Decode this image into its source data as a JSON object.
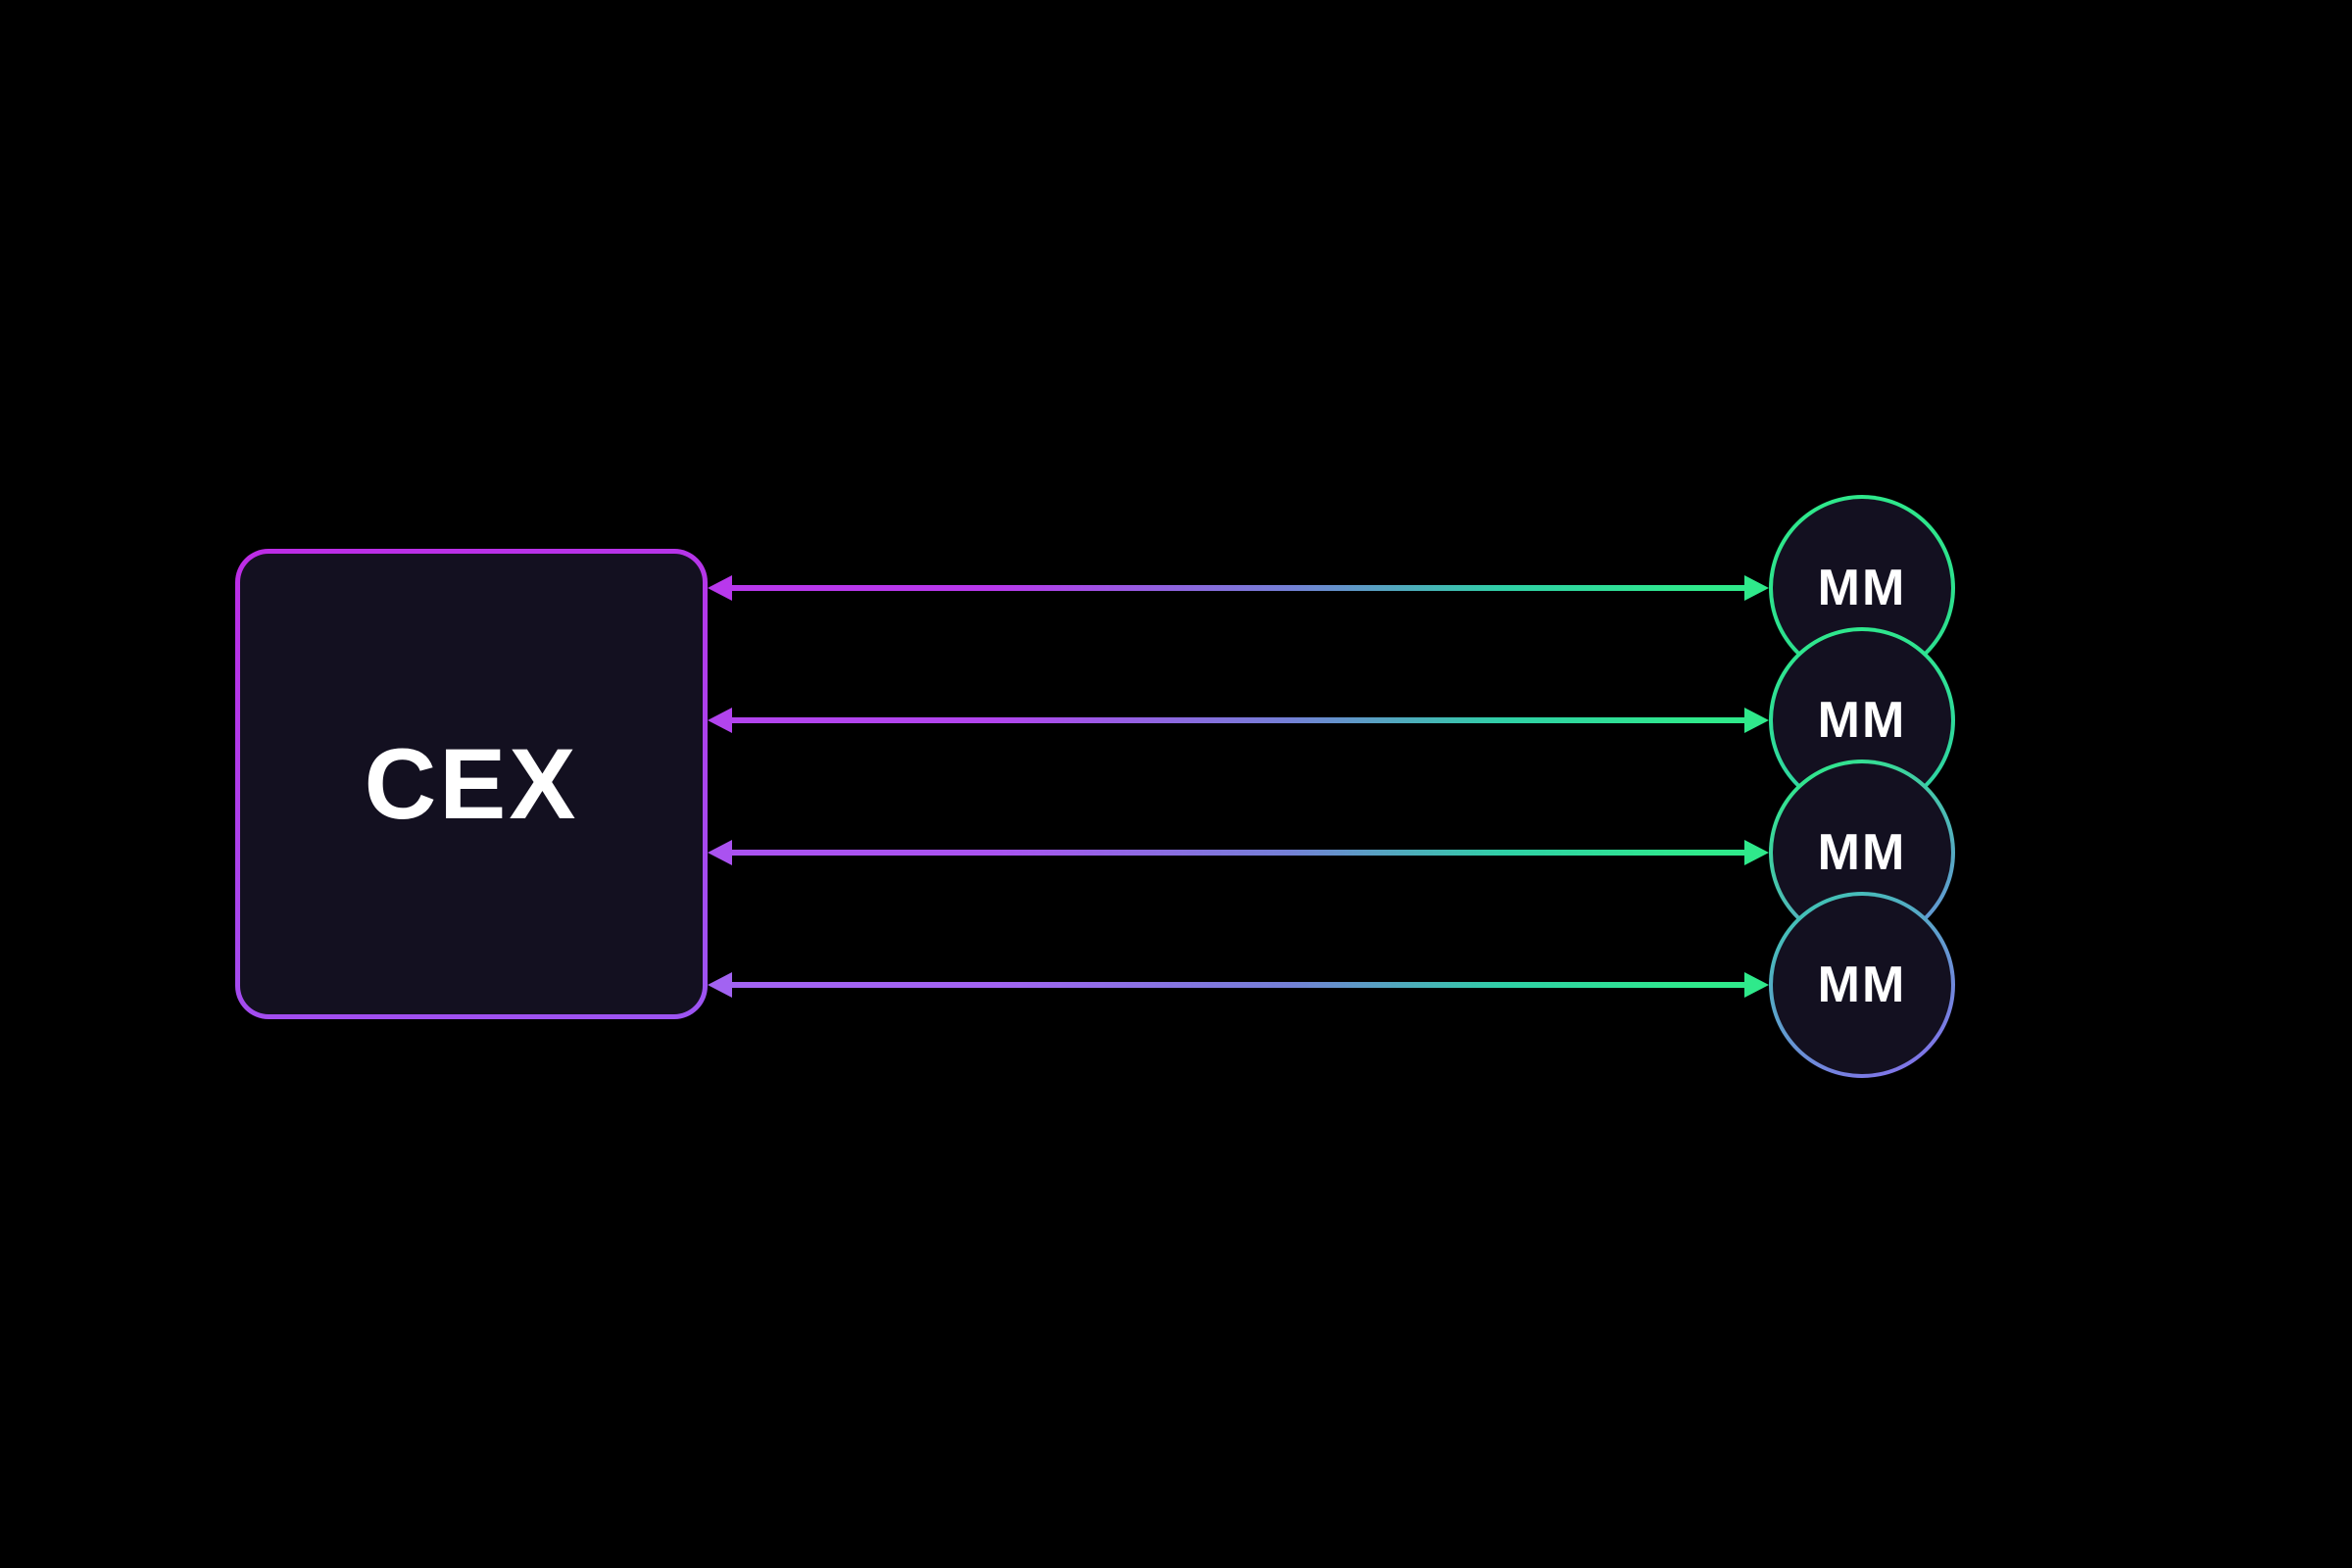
{
  "diagram": {
    "cex": {
      "label": "CEX"
    },
    "market_makers": [
      {
        "label": "MM"
      },
      {
        "label": "MM"
      },
      {
        "label": "MM"
      },
      {
        "label": "MM"
      }
    ],
    "connections": [
      {
        "from": "CEX",
        "to": "MM 1",
        "direction": "bidirectional"
      },
      {
        "from": "CEX",
        "to": "MM 2",
        "direction": "bidirectional"
      },
      {
        "from": "CEX",
        "to": "MM 3",
        "direction": "bidirectional"
      },
      {
        "from": "CEX",
        "to": "MM 4",
        "direction": "bidirectional"
      }
    ]
  },
  "colors": {
    "bg": "#000000",
    "node_fill": "#131020",
    "text": "#ffffff",
    "box_border_top": "#bd2ce6",
    "box_border_bottom": "#9c55f2",
    "purple_1": "#b838ec",
    "purple_2": "#b244ee",
    "purple_3": "#aa52f0",
    "purple_4": "#a263f2",
    "slate": "#7480d6",
    "teal_green": "#2fd0a6",
    "green": "#2fe98b",
    "green_2": "#2bdc90",
    "blue_gray": "#6b89e0",
    "teal": "#38cfae",
    "violet": "#8a68f0"
  }
}
